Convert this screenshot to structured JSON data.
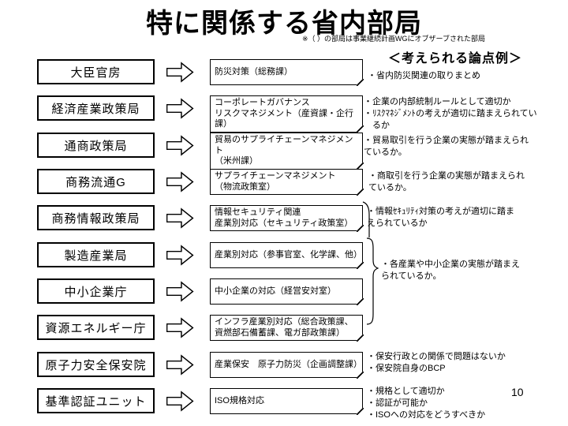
{
  "title": "特に関係する省内部局",
  "note": "※（ ）の部局は事業継続計画WGにオブザーブされた部局",
  "right_header": "＜考えられる論点例＞",
  "page_number": "10",
  "rows": [
    {
      "dept": "大臣官房",
      "measure": "防災対策（総務課）"
    },
    {
      "dept": "経済産業政策局",
      "measure": "コーポレートガバナンス\nリスクマネジメント（産資課・企行課）"
    },
    {
      "dept": "通商政策局",
      "measure": "貿易のサプライチェーンマネジメント\n（米州課）"
    },
    {
      "dept": "商務流通G",
      "measure": "サプライチェーンマネジメント\n（物流政策室）"
    },
    {
      "dept": "商務情報政策局",
      "measure": "情報セキュリティ関連\n産業別対応（セキュリティ政策室）"
    },
    {
      "dept": "製造産業局",
      "measure": "産業別対応（参事官室、化学課、他）"
    },
    {
      "dept": "中小企業庁",
      "measure": "中小企業の対応（経営安対室）"
    },
    {
      "dept": "資源エネルギー庁",
      "measure": "インフラ産業別対応（総合政策課、\n資燃部石備蓄課、電ガ部政策課）"
    },
    {
      "dept": "原子力安全保安院",
      "measure": "産業保安　原子力防災（企画調整課）"
    },
    {
      "dept": "基準認証ユニット",
      "measure": "ISO規格対応"
    }
  ],
  "issues": [
    {
      "text": "・省内防災関連の取りまとめ"
    },
    {
      "text": "・企業の内部統制ルールとして適切か\n・ﾘｽｸﾏﾈｼﾞﾒﾝﾄの考えが適切に踏まえられてい\n　るか"
    },
    {
      "text": "・貿易取引を行う企業の実態が踏まえられ\nているか。"
    },
    {
      "text": "・商取引を行う企業の実態が踏まえられ\nているか。"
    },
    {
      "text": "・情報ｾｷｭﾘﾃｨ対策の考えが適切に踏ま\nえられているか"
    },
    {
      "text": "・各産業や中小企業の実態が踏まえ\nられているか。"
    },
    {
      "text": "・保安行政との関係で問題はないか\n・保安院自身のBCP"
    },
    {
      "text": "・規格として適切か\n・認証が可能か\n・ISOへの対応をどうすべきか"
    }
  ]
}
